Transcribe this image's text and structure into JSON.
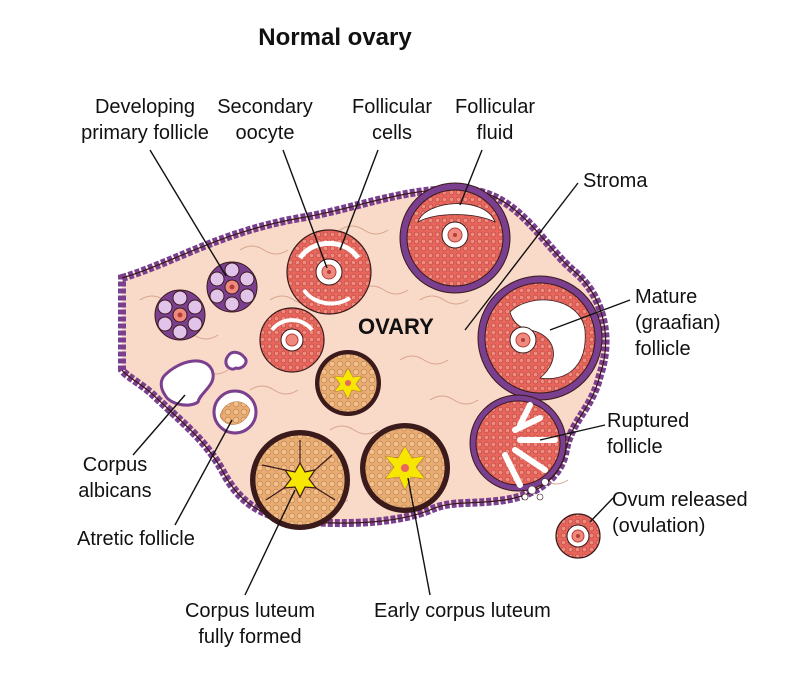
{
  "title": "Normal ovary",
  "center_label": "OVARY",
  "labels": {
    "developing_primary_follicle": [
      "Developing",
      "primary follicle"
    ],
    "secondary_oocyte": [
      "Secondary",
      "oocyte"
    ],
    "follicular_cells": [
      "Follicular",
      "cells"
    ],
    "follicular_fluid": [
      "Follicular",
      "fluid"
    ],
    "stroma": "Stroma",
    "mature_follicle": [
      "Mature",
      "(graafian)",
      "follicle"
    ],
    "ruptured_follicle": [
      "Ruptured",
      "follicle"
    ],
    "ovum_released": [
      "Ovum released",
      "(ovulation)"
    ],
    "corpus_albicans": [
      "Corpus",
      "albicans"
    ],
    "atretic_follicle": "Atretic follicle",
    "corpus_luteum_fully_formed": [
      "Corpus luteum",
      "fully formed"
    ],
    "early_corpus_luteum": "Early corpus luteum"
  },
  "colors": {
    "stroma": "#f9d9c8",
    "capsule": "#7a3f8e",
    "granulosa": "#e8665c",
    "follicular_fluid": "#ffffff",
    "corpus_luteum": "#e9ad74",
    "luteum_core": "#f7e600",
    "outline": "#3a1a1a"
  }
}
